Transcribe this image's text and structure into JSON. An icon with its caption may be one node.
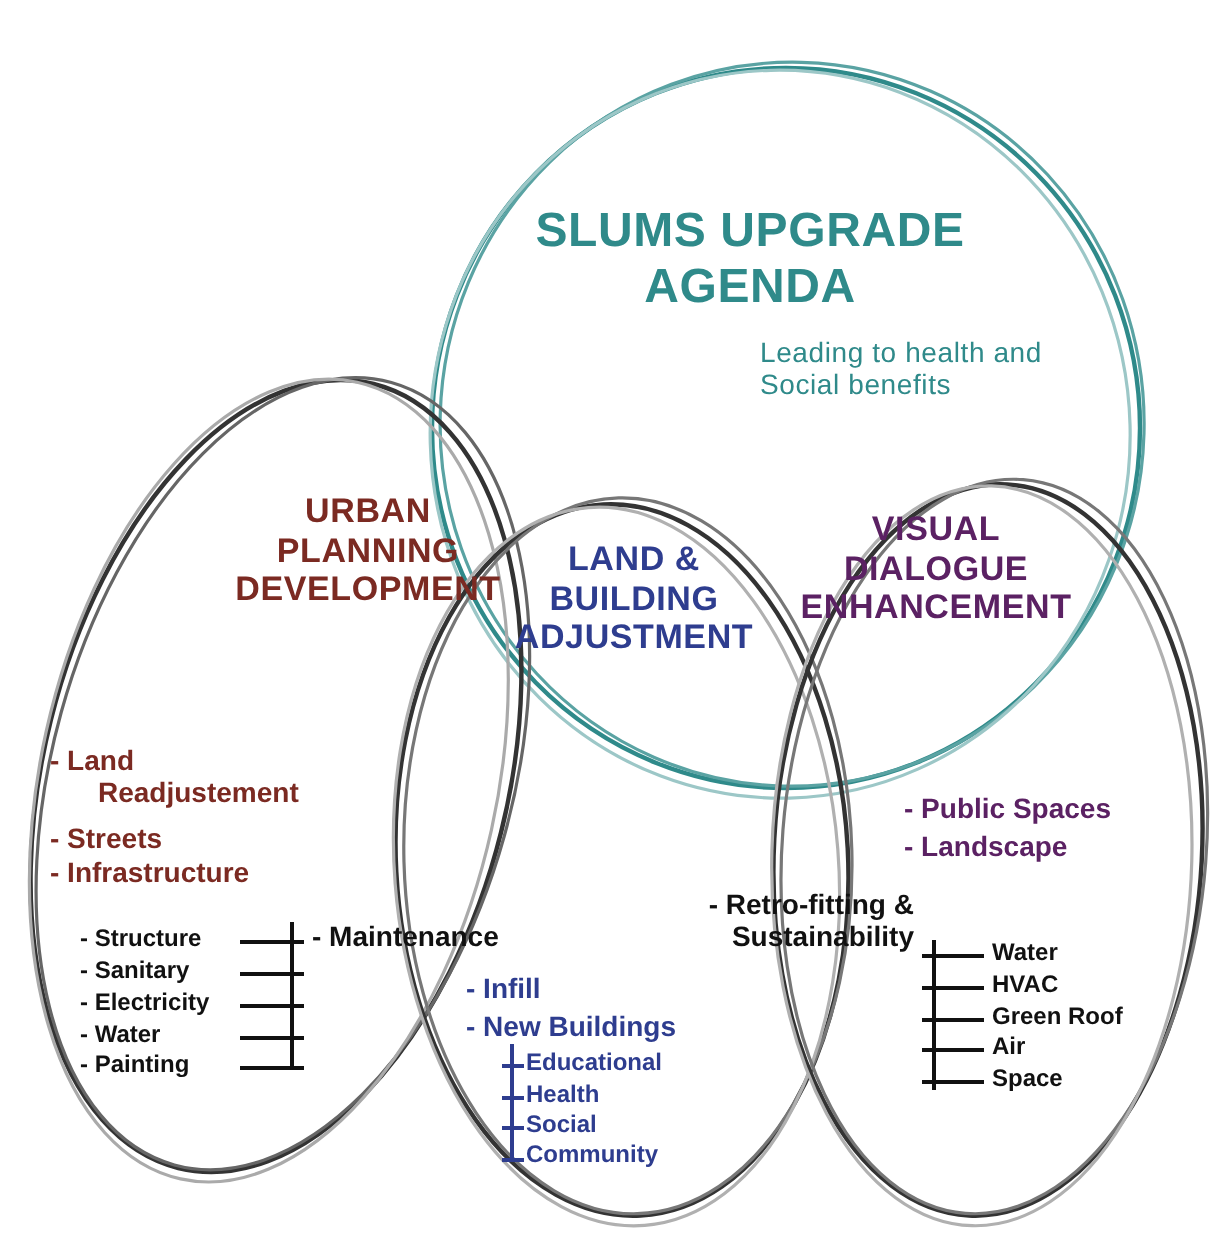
{
  "diagram": {
    "nodes": [
      {
        "text": [
          "SLUMS UPGRADE AGENDA",
          "Leading to health and Social benefits"
        ]
      },
      {
        "text": [
          "URBAN PLANNING DEVELOPMENT"
        ]
      },
      {
        "text": [
          "LAND & BUILDING ADJUSTMENT"
        ]
      },
      {
        "text": [
          "VISUAL DIALOGUE ENHANCEMENT"
        ]
      }
    ],
    "labels": [
      "- Public Spaces",
      "- Landscape",
      "- Land Readjustement",
      "- Streets",
      "- Infrastructure",
      "- Retro-fitting & Sustainability",
      "- Structure",
      "- Maintenance",
      "- Sanitary",
      "- Electricity",
      "- Water",
      "- Painting",
      "- Infill",
      "- New Buildings",
      "Water",
      "HVAC",
      "Green Roof",
      "Air",
      "Space",
      "Educational",
      "Health",
      "Social",
      "Community"
    ]
  }
}
